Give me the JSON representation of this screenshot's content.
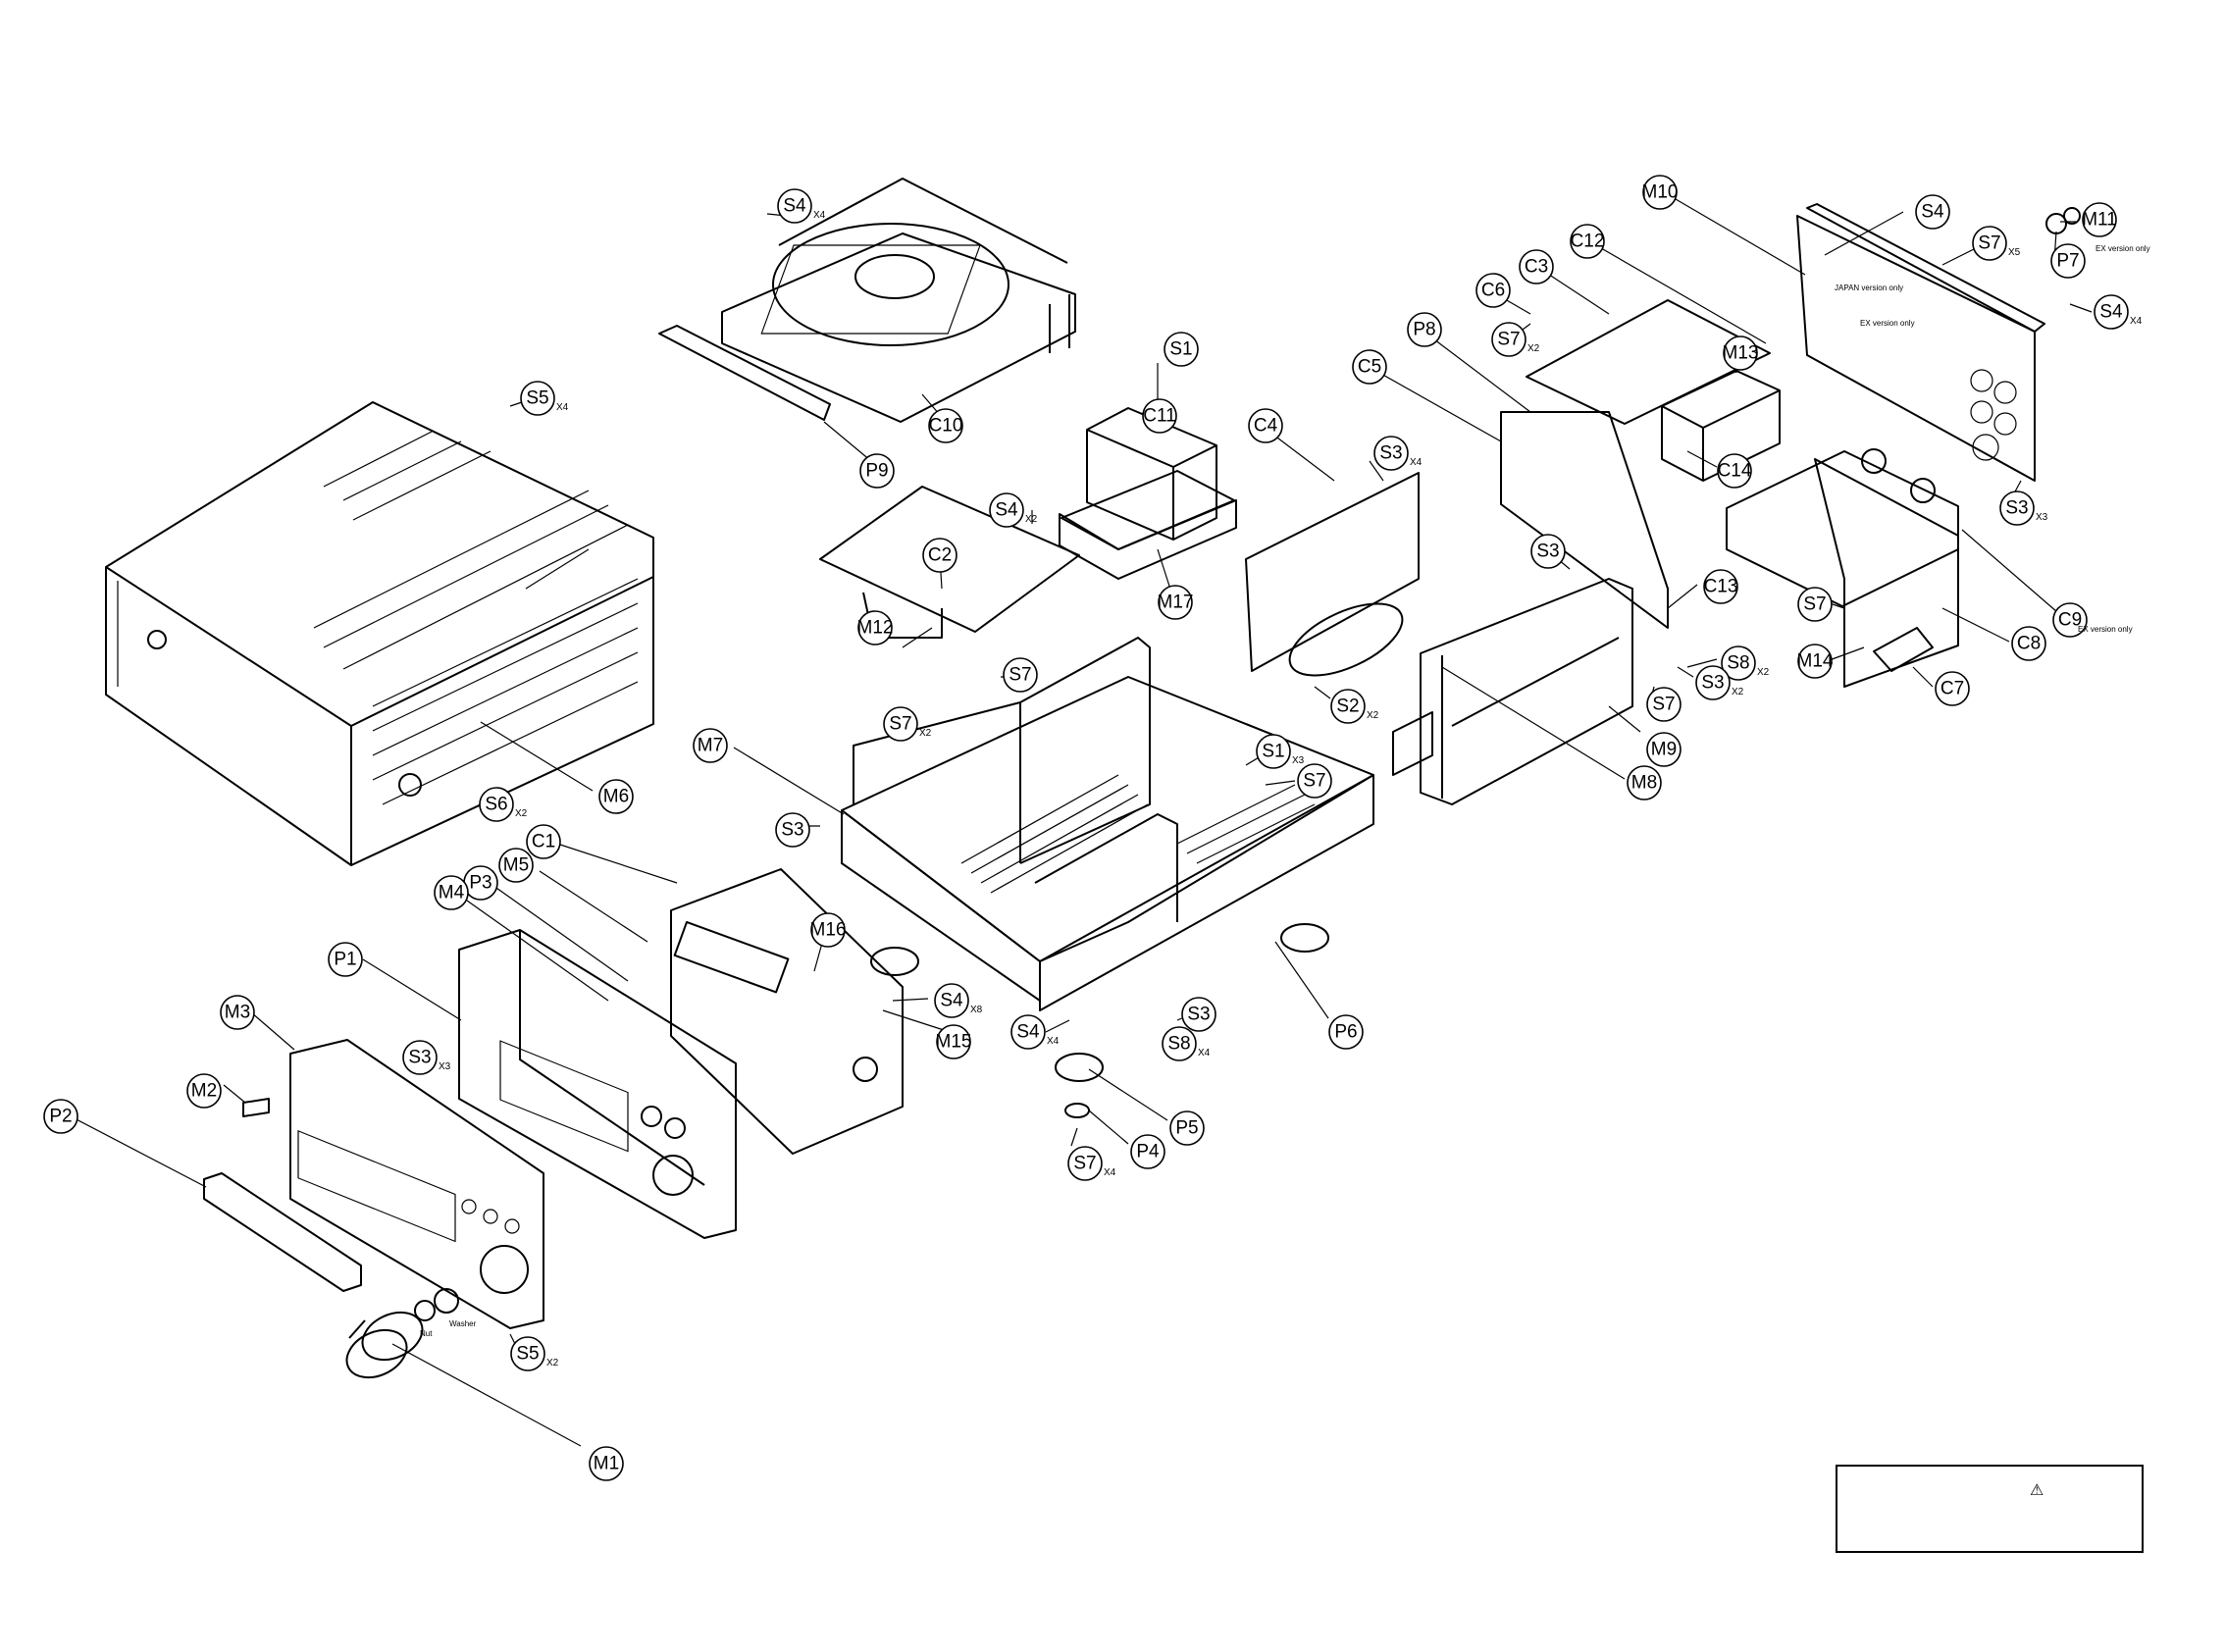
{
  "diagram": {
    "type": "exploded-parts-view",
    "labels": [
      {
        "id": "S4",
        "qty": "X4"
      },
      {
        "id": "C10"
      },
      {
        "id": "P9"
      },
      {
        "id": "S1"
      },
      {
        "id": "C11"
      },
      {
        "id": "M17"
      },
      {
        "id": "S4",
        "qty": "X2"
      },
      {
        "id": "C2"
      },
      {
        "id": "M12"
      },
      {
        "id": "S7",
        "qty": "X2"
      },
      {
        "id": "S5",
        "qty": "X4"
      },
      {
        "id": "M6"
      },
      {
        "id": "S6",
        "qty": "X2"
      },
      {
        "id": "S7"
      },
      {
        "id": "M7"
      },
      {
        "id": "S3"
      },
      {
        "id": "S1",
        "qty": "X3"
      },
      {
        "id": "S7"
      },
      {
        "id": "C1"
      },
      {
        "id": "M5"
      },
      {
        "id": "P3"
      },
      {
        "id": "M4"
      },
      {
        "id": "M16"
      },
      {
        "id": "P1"
      },
      {
        "id": "S4",
        "qty": "X8"
      },
      {
        "id": "S4",
        "qty": "X4"
      },
      {
        "id": "M15"
      },
      {
        "id": "S8",
        "qty": "X4"
      },
      {
        "id": "S3"
      },
      {
        "id": "P6"
      },
      {
        "id": "P5"
      },
      {
        "id": "P4"
      },
      {
        "id": "S7",
        "qty": "X4"
      },
      {
        "id": "M3"
      },
      {
        "id": "S3",
        "qty": "X3"
      },
      {
        "id": "M2"
      },
      {
        "id": "P2"
      },
      {
        "id": "S5",
        "qty": "X2"
      },
      {
        "id": "M1"
      },
      {
        "id": "C4"
      },
      {
        "id": "S3",
        "qty": "X4"
      },
      {
        "id": "S2",
        "qty": "X2"
      },
      {
        "id": "C5"
      },
      {
        "id": "P8"
      },
      {
        "id": "C6"
      },
      {
        "id": "S7",
        "qty": "X2"
      },
      {
        "id": "C3"
      },
      {
        "id": "C12"
      },
      {
        "id": "M13"
      },
      {
        "id": "C14"
      },
      {
        "id": "S3"
      },
      {
        "id": "C13"
      },
      {
        "id": "S8",
        "qty": "X2"
      },
      {
        "id": "S3",
        "qty": "X2"
      },
      {
        "id": "S7"
      },
      {
        "id": "M9"
      },
      {
        "id": "M8"
      },
      {
        "id": "M10"
      },
      {
        "id": "S4"
      },
      {
        "id": "S7",
        "qty": "X5"
      },
      {
        "id": "M11"
      },
      {
        "id": "P7"
      },
      {
        "id": "S4",
        "qty": "X4"
      },
      {
        "id": "S3",
        "qty": "X3"
      },
      {
        "id": "S7"
      },
      {
        "id": "M14"
      },
      {
        "id": "C7"
      },
      {
        "id": "C8"
      },
      {
        "id": "C9"
      }
    ],
    "notes": {
      "ex_only_p7": "EX version only",
      "japan_only": "JAPAN version only",
      "ex_only_panel": "EX version only",
      "ex_only_c9": "EX version only",
      "nut": "Nut",
      "washer": "Washer"
    }
  },
  "notice_box": {
    "icon": "warning-triangle-icon",
    "glyph": "⚠",
    "text": ""
  }
}
